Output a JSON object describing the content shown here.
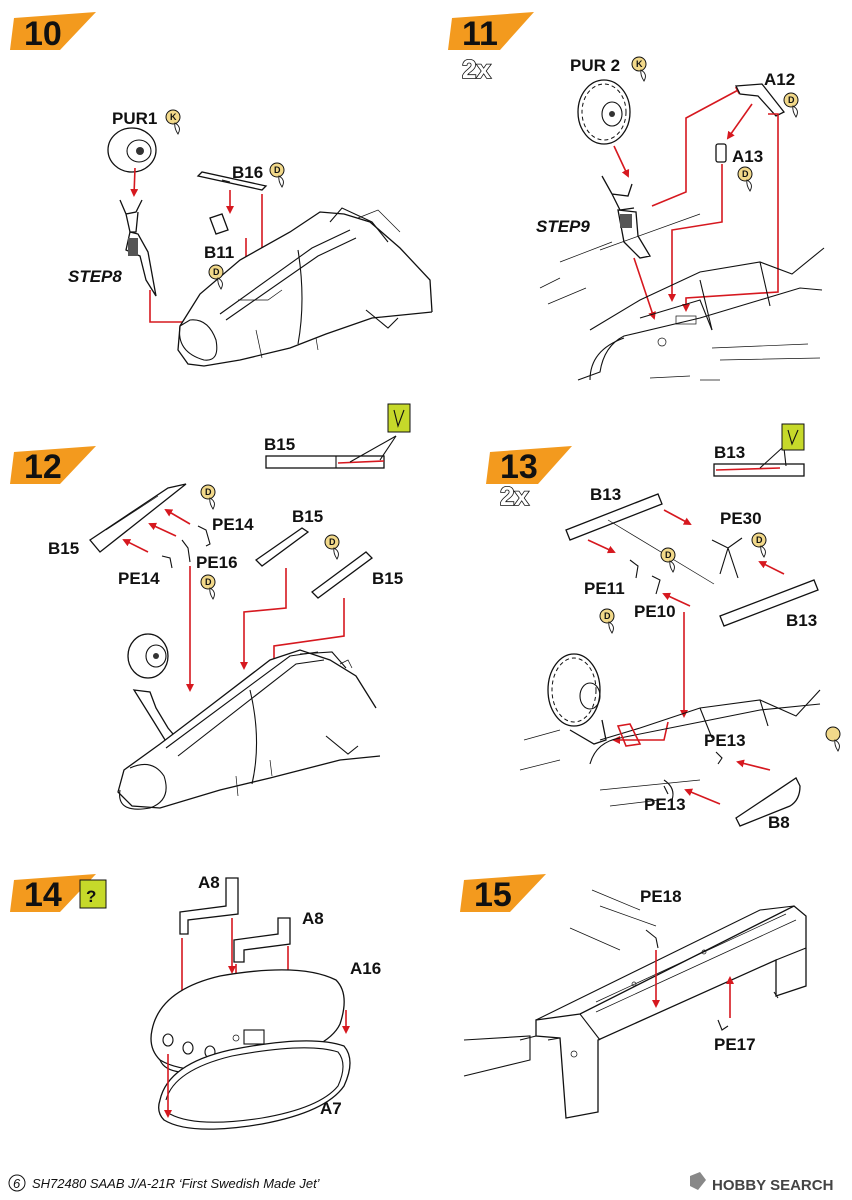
{
  "colors": {
    "accent_orange": "#f39a1e",
    "arrow_red": "#d6181f",
    "paint_badge": "#f2d98a",
    "option_green": "#c6d92a"
  },
  "steps": [
    {
      "number": "10",
      "labels": [
        "PUR1",
        "B16",
        "B11",
        "STEP8"
      ],
      "paint": [
        "K",
        "D",
        "D"
      ]
    },
    {
      "number": "11",
      "multiplier": "2x",
      "labels": [
        "PUR 2",
        "A12",
        "A13",
        "STEP9"
      ],
      "paint": [
        "K",
        "D",
        "D"
      ]
    },
    {
      "number": "12",
      "labels": [
        "B15",
        "PE14",
        "B15",
        "PE16",
        "PE14",
        "B15",
        "B15"
      ],
      "paint": [
        "D",
        "D",
        "D"
      ]
    },
    {
      "number": "13",
      "multiplier": "2x",
      "labels": [
        "B13",
        "B13",
        "PE30",
        "PE11",
        "PE10",
        "B13",
        "PE13",
        "PE13",
        "B8"
      ],
      "paint": [
        "D",
        "D",
        "D"
      ]
    },
    {
      "number": "14",
      "option_icon": "?",
      "labels": [
        "A8",
        "A8",
        "A16",
        "A7"
      ]
    },
    {
      "number": "15",
      "labels": [
        "PE18",
        "PE17"
      ]
    }
  ],
  "footer": {
    "page": "6",
    "text": "SH72480 SAAB J/A-21R ‘First Swedish Made Jet’",
    "watermark": "HOBBY SEARCH"
  }
}
